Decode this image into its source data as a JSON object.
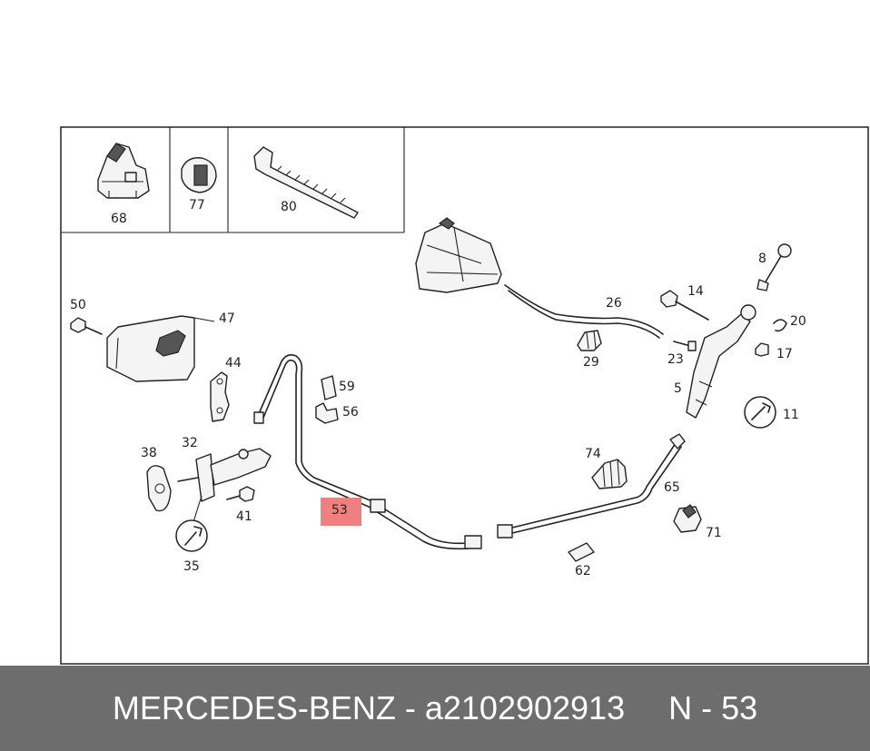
{
  "highlight_color": "#f08080",
  "footer_bg": "#6d6d6d",
  "footer": {
    "title": "MERCEDES-BENZ - a2102902913",
    "ref": "N - 53"
  },
  "labels": {
    "p68": "68",
    "p77": "77",
    "p80": "80",
    "p50": "50",
    "p47": "47",
    "p44": "44",
    "p38": "38",
    "p32": "32",
    "p41": "41",
    "p35": "35",
    "p59": "59",
    "p56": "56",
    "p53": "53",
    "p26": "26",
    "p29": "29",
    "p14": "14",
    "p8": "8",
    "p20": "20",
    "p17": "17",
    "p23": "23",
    "p5": "5",
    "p11": "11",
    "p74": "74",
    "p65": "65",
    "p71": "71",
    "p62": "62"
  }
}
